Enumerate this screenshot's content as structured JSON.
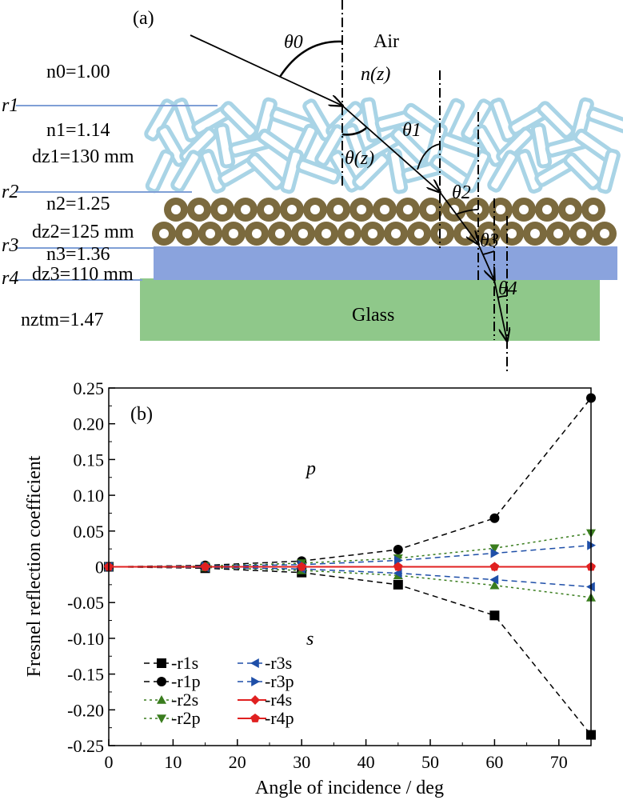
{
  "panel_a": {
    "tag": "(a)",
    "theta0": "θ0",
    "air": "Air",
    "nz": "n(z)",
    "theta_z": "θ(z)",
    "theta1": "θ1",
    "theta2": "θ2",
    "theta3": "θ3",
    "theta4": "θ4",
    "n0": "n0=1.00",
    "r1": "r1",
    "n1": "n1=1.14",
    "dz1": "dz1=130 mm",
    "r2": "r2",
    "n2": "n2=1.25",
    "dz2": "dz2=125 mm",
    "r3": "r3",
    "n3": "n3=1.36",
    "r4": "r4",
    "dz3": "dz3=110 mm",
    "nztm": "nztm=1.47",
    "glass": "Glass",
    "colors": {
      "rods": "#a9d4e6",
      "spheres": "#7b6a3e",
      "layer3": "#8aa3dd",
      "glass": "#8fc88a",
      "boundary": "#7f9fd6"
    }
  },
  "chart_data": {
    "type": "line",
    "tag": "(b)",
    "xlabel": "Angle of  incidence / deg",
    "ylabel": "Fresnel reflection coefficient",
    "xlim": [
      0,
      75
    ],
    "ylim": [
      -0.25,
      0.25
    ],
    "xticks": [
      "0",
      "10",
      "20",
      "30",
      "40",
      "50",
      "60",
      "70"
    ],
    "yticks": [
      "0.25",
      "0.20",
      "0.15",
      "0.10",
      "0.05",
      "0",
      "-0.05",
      "-0.10",
      "-0.15",
      "-0.20",
      "-0.25"
    ],
    "annotations": [
      "p",
      "s"
    ],
    "x": [
      0,
      15,
      30,
      45,
      60,
      75
    ],
    "series": [
      {
        "name": "r1s",
        "values": [
          0,
          -0.002,
          -0.008,
          -0.025,
          -0.068,
          -0.235
        ],
        "color": "#000000",
        "marker": "square",
        "dash": "dashed"
      },
      {
        "name": "r1p",
        "values": [
          0,
          0.002,
          0.008,
          0.024,
          0.068,
          0.236
        ],
        "color": "#000000",
        "marker": "circle",
        "dash": "dashed"
      },
      {
        "name": "r2s",
        "values": [
          0,
          -0.001,
          -0.005,
          -0.012,
          -0.026,
          -0.043
        ],
        "color": "#3a7d1e",
        "marker": "triangle-up",
        "dash": "dotted"
      },
      {
        "name": "r2p",
        "values": [
          0,
          0.001,
          0.005,
          0.012,
          0.026,
          0.047
        ],
        "color": "#3a7d1e",
        "marker": "triangle-down",
        "dash": "dotted"
      },
      {
        "name": "r3s",
        "values": [
          0,
          -0.001,
          -0.003,
          -0.009,
          -0.018,
          -0.028
        ],
        "color": "#1f4fa8",
        "marker": "triangle-left",
        "dash": "dashed"
      },
      {
        "name": "r3p",
        "values": [
          0,
          0.001,
          0.003,
          0.009,
          0.019,
          0.03
        ],
        "color": "#1f4fa8",
        "marker": "triangle-right",
        "dash": "dashed"
      },
      {
        "name": "r4s",
        "values": [
          0,
          0,
          0,
          0,
          0,
          0
        ],
        "color": "#e02020",
        "marker": "diamond",
        "dash": "solid"
      },
      {
        "name": "r4p",
        "values": [
          0,
          0,
          0,
          0,
          0,
          0
        ],
        "color": "#e02020",
        "marker": "pentagon",
        "dash": "solid"
      }
    ]
  }
}
